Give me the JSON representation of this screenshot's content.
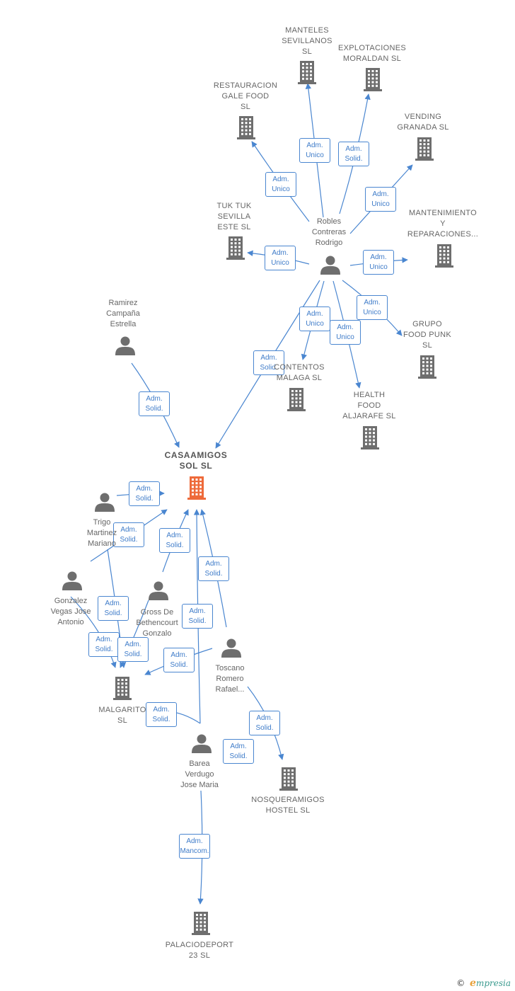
{
  "colors": {
    "edge": "#4a86d0",
    "company_icon": "#6e6e6e",
    "focus_icon": "#ee6a3a",
    "person_icon": "#6e6e6e"
  },
  "nodes": [
    {
      "id": "manteles",
      "kind": "company",
      "lines": [
        "MANTELES",
        "SEVILLANOS",
        "SL"
      ]
    },
    {
      "id": "explotaciones",
      "kind": "company",
      "lines": [
        "EXPLOTACIONES",
        "MORALDAN  SL"
      ]
    },
    {
      "id": "restauracion",
      "kind": "company",
      "lines": [
        "RESTAURACION",
        "GALE FOOD",
        "SL"
      ]
    },
    {
      "id": "vending",
      "kind": "company",
      "lines": [
        "VENDING",
        "GRANADA SL"
      ]
    },
    {
      "id": "tuktuk",
      "kind": "company",
      "lines": [
        "TUK TUK",
        "SEVILLA",
        "ESTE  SL"
      ]
    },
    {
      "id": "mantenimiento",
      "kind": "company",
      "lines": [
        "MANTENIMIENTO",
        "Y",
        "REPARACIONES..."
      ]
    },
    {
      "id": "robles",
      "kind": "person",
      "lines": [
        "Robles",
        "Contreras",
        "Rodrigo"
      ]
    },
    {
      "id": "ramirez",
      "kind": "person",
      "lines": [
        "Ramirez",
        "Campaña",
        "Estrella"
      ]
    },
    {
      "id": "grupofood",
      "kind": "company",
      "lines": [
        "GRUPO",
        "FOOD PUNK",
        "SL"
      ]
    },
    {
      "id": "contentos",
      "kind": "company",
      "lines": [
        "CONTENTOS",
        "MALAGA SL"
      ]
    },
    {
      "id": "healthfood",
      "kind": "company",
      "lines": [
        "HEALTH",
        "FOOD",
        "ALJARAFE  SL"
      ]
    },
    {
      "id": "casaamigos",
      "kind": "focus",
      "lines": [
        "CASAAMIGOS",
        "SOL  SL"
      ]
    },
    {
      "id": "trigo",
      "kind": "person",
      "lines": [
        "Trigo",
        "Martinez",
        "Mariano"
      ]
    },
    {
      "id": "gonzalez",
      "kind": "person",
      "lines": [
        "Gonzalez",
        "Vegas Jose",
        "Antonio"
      ]
    },
    {
      "id": "gross",
      "kind": "person",
      "lines": [
        "Gross De",
        "Bethencourt",
        "Gonzalo"
      ]
    },
    {
      "id": "toscano",
      "kind": "person",
      "lines": [
        "Toscano",
        "Romero",
        "Rafael..."
      ]
    },
    {
      "id": "malgarito",
      "kind": "company",
      "lines": [
        "MALGARITO",
        "SL"
      ]
    },
    {
      "id": "barea",
      "kind": "person",
      "lines": [
        "Barea",
        "Verdugo",
        "Jose Maria"
      ]
    },
    {
      "id": "nosqueramigos",
      "kind": "company",
      "lines": [
        "NOSQUERAMIGOS",
        "HOSTEL  SL"
      ]
    },
    {
      "id": "palaciodeport",
      "kind": "company",
      "lines": [
        "PALACIODEPORT",
        "23  SL"
      ]
    }
  ],
  "edges": [
    {
      "from": "robles",
      "to": "manteles",
      "label": [
        "Adm.",
        "Unico"
      ]
    },
    {
      "from": "robles",
      "to": "explotaciones",
      "label": [
        "Adm.",
        "Solid."
      ]
    },
    {
      "from": "robles",
      "to": "restauracion",
      "label": [
        "Adm.",
        "Unico"
      ]
    },
    {
      "from": "robles",
      "to": "vending",
      "label": [
        "Adm.",
        "Unico"
      ]
    },
    {
      "from": "robles",
      "to": "tuktuk",
      "label": [
        "Adm.",
        "Unico"
      ]
    },
    {
      "from": "robles",
      "to": "mantenimiento",
      "label": [
        "Adm.",
        "Unico"
      ]
    },
    {
      "from": "robles",
      "to": "grupofood",
      "label": [
        "Adm.",
        "Unico"
      ]
    },
    {
      "from": "robles",
      "to": "contentos",
      "label": [
        "Adm.",
        "Unico"
      ]
    },
    {
      "from": "robles",
      "to": "healthfood",
      "label": [
        "Adm.",
        "Unico"
      ]
    },
    {
      "from": "robles",
      "to": "casaamigos",
      "label": [
        "Adm.",
        "Solid."
      ]
    },
    {
      "from": "ramirez",
      "to": "casaamigos",
      "label": [
        "Adm.",
        "Solid."
      ]
    },
    {
      "from": "trigo",
      "to": "casaamigos",
      "label": [
        "Adm.",
        "Solid."
      ]
    },
    {
      "from": "gonzalez",
      "to": "casaamigos",
      "label": [
        "Adm.",
        "Solid."
      ]
    },
    {
      "from": "gross",
      "to": "casaamigos",
      "label": [
        "Adm.",
        "Solid."
      ]
    },
    {
      "from": "toscano",
      "to": "casaamigos",
      "label": [
        "Adm.",
        "Solid."
      ]
    },
    {
      "from": "barea",
      "to": "casaamigos",
      "label": [
        "Adm.",
        "Solid."
      ]
    },
    {
      "from": "trigo",
      "to": "malgarito",
      "label": [
        "Adm.",
        "Solid."
      ]
    },
    {
      "from": "gonzalez",
      "to": "malgarito",
      "label": [
        "Adm.",
        "Solid."
      ]
    },
    {
      "from": "gross",
      "to": "malgarito",
      "label": [
        "Adm.",
        "Solid."
      ]
    },
    {
      "from": "toscano",
      "to": "malgarito",
      "label": [
        "Adm.",
        "Solid."
      ]
    },
    {
      "from": "barea",
      "to": "malgarito",
      "label": [
        "Adm.",
        "Solid."
      ]
    },
    {
      "from": "toscano",
      "to": "nosqueramigos",
      "label": [
        "Adm.",
        "Solid."
      ]
    },
    {
      "from": "barea",
      "to": "nosqueramigos",
      "label": [
        "Adm.",
        "Solid."
      ]
    },
    {
      "from": "barea",
      "to": "palaciodeport",
      "label": [
        "Adm.",
        "Mancom."
      ]
    }
  ],
  "footer": {
    "copyright": "©",
    "brand_initial": "e",
    "brand_rest": "mpresia"
  }
}
